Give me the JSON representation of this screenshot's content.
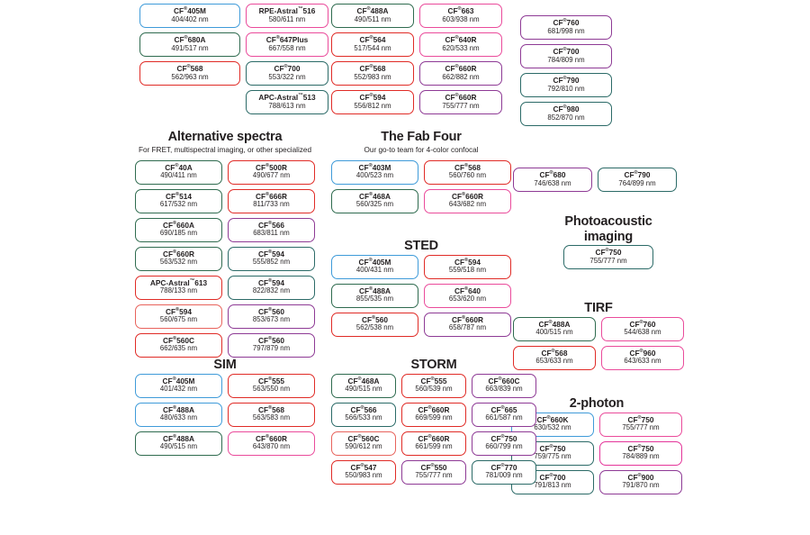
{
  "colors": {
    "blue": "#3f9bd9",
    "green": "#2f6b4f",
    "red": "#e02b26",
    "pink": "#ea4b9b",
    "magenta": "#e4359a",
    "purple": "#8e3a95",
    "teal": "#2b6a67",
    "dark_red": "#c0282d",
    "salmon": "#e8635c",
    "plum": "#7b3f98"
  },
  "groups": [
    {
      "id": "top-left",
      "title": "",
      "subtitle": "",
      "columns": [
        {
          "chips": [
            {
              "name": "CF",
              "sup": "®",
              "suffix": "405M",
              "value": "404/402 nm",
              "color": "#3f9bd9"
            },
            {
              "name": "CF",
              "sup": "®",
              "suffix": "680A",
              "value": "491/517 nm",
              "color": "#2f6b4f"
            },
            {
              "name": "CF",
              "sup": "®",
              "suffix": "568",
              "value": "562/963 nm",
              "color": "#e02b26"
            }
          ]
        },
        {
          "chips": [
            {
              "name": "RPE-Astral",
              "sup": "™",
              "suffix": "516",
              "value": "580/611 nm",
              "color": "#ea4b9b"
            },
            {
              "name": "CF",
              "sup": "®",
              "suffix": "647Plus",
              "value": "667/558 nm",
              "color": "#ea4b9b"
            },
            {
              "name": "CF",
              "sup": "®",
              "suffix": "700",
              "value": "553/322 nm",
              "color": "#2b6a67"
            },
            {
              "name": "APC-Astral",
              "sup": "™",
              "suffix": "513",
              "value": "788/613 nm",
              "color": "#2b6a67"
            }
          ]
        }
      ]
    },
    {
      "id": "top-mid",
      "title": "",
      "subtitle": "",
      "columns": [
        {
          "chips": [
            {
              "name": "CF",
              "sup": "®",
              "suffix": "488A",
              "value": "490/511 nm",
              "color": "#2f6b4f"
            },
            {
              "name": "CF",
              "sup": "®",
              "suffix": "564",
              "value": "517/544 nm",
              "color": "#e02b26"
            },
            {
              "name": "CF",
              "sup": "®",
              "suffix": "568",
              "value": "552/983 nm",
              "color": "#e02b26"
            },
            {
              "name": "CF",
              "sup": "®",
              "suffix": "594",
              "value": "556/812 nm",
              "color": "#e02b26"
            }
          ]
        },
        {
          "chips": [
            {
              "name": "CF",
              "sup": "®",
              "suffix": "663",
              "value": "603/938 nm",
              "color": "#ea4b9b"
            },
            {
              "name": "CF",
              "sup": "®",
              "suffix": "640R",
              "value": "620/533 nm",
              "color": "#ea4b9b"
            },
            {
              "name": "CF",
              "sup": "®",
              "suffix": "660R",
              "value": "662/882 nm",
              "color": "#8e3a95"
            },
            {
              "name": "CF",
              "sup": "®",
              "suffix": "660R",
              "value": "755/777 nm",
              "color": "#8e3a95"
            }
          ]
        }
      ]
    },
    {
      "id": "top-right",
      "title": "",
      "subtitle": "",
      "columns": [
        {
          "chips": [
            {
              "name": "CF",
              "sup": "®",
              "suffix": "760",
              "value": "681/998 nm",
              "color": "#8e3a95"
            },
            {
              "name": "CF",
              "sup": "®",
              "suffix": "700",
              "value": "784/809 nm",
              "color": "#8e3a95"
            },
            {
              "name": "CF",
              "sup": "®",
              "suffix": "790",
              "value": "792/810 nm",
              "color": "#2b6a67"
            },
            {
              "name": "CF",
              "sup": "®",
              "suffix": "980",
              "value": "852/870 nm",
              "color": "#2b6a67"
            }
          ]
        }
      ]
    },
    {
      "id": "alternative-spectra",
      "title": "Alternative spectra",
      "subtitle": "For FRET, multispectral imaging, or other specialized",
      "columns": [
        {
          "chips": [
            {
              "name": "CF",
              "sup": "®",
              "suffix": "40A",
              "value": "490/411 nm",
              "color": "#2f6b4f"
            },
            {
              "name": "CF",
              "sup": "®",
              "suffix": "514",
              "value": "617/532 nm",
              "color": "#2f6b4f"
            },
            {
              "name": "CF",
              "sup": "®",
              "suffix": "660A",
              "value": "690/185 nm",
              "color": "#2f6b4f"
            },
            {
              "name": "CF",
              "sup": "®",
              "suffix": "660R",
              "value": "563/532 nm",
              "color": "#2f6b4f"
            },
            {
              "name": "APC-Astral",
              "sup": "™",
              "suffix": "613",
              "value": "788/133 nm",
              "color": "#e02b26"
            },
            {
              "name": "CF",
              "sup": "®",
              "suffix": "594",
              "value": "560/675 nm",
              "color": "#e8635c"
            },
            {
              "name": "CF",
              "sup": "®",
              "suffix": "560C",
              "value": "662/635 nm",
              "color": "#e02b26"
            }
          ]
        },
        {
          "chips": [
            {
              "name": "CF",
              "sup": "®",
              "suffix": "500R",
              "value": "490/677 nm",
              "color": "#e02b26"
            },
            {
              "name": "CF",
              "sup": "®",
              "suffix": "666R",
              "value": "811/733 nm",
              "color": "#e02b26"
            },
            {
              "name": "CF",
              "sup": "®",
              "suffix": "566",
              "value": "683/811 nm",
              "color": "#8e3a95"
            },
            {
              "name": "CF",
              "sup": "®",
              "suffix": "594",
              "value": "555/852 nm",
              "color": "#2b6a67"
            },
            {
              "name": "CF",
              "sup": "®",
              "suffix": "594",
              "value": "822/832 nm",
              "color": "#2b6a67"
            },
            {
              "name": "CF",
              "sup": "®",
              "suffix": "560",
              "value": "853/673 nm",
              "color": "#8e3a95"
            },
            {
              "name": "CF",
              "sup": "®",
              "suffix": "560",
              "value": "797/879 nm",
              "color": "#8e3a95"
            }
          ]
        }
      ]
    },
    {
      "id": "fab-four",
      "title": "The Fab Four",
      "subtitle": "Our go-to team for 4-color confocal",
      "columns": [
        {
          "chips": [
            {
              "name": "CF",
              "sup": "®",
              "suffix": "403M",
              "value": "400/523 nm",
              "color": "#3f9bd9"
            },
            {
              "name": "CF",
              "sup": "®",
              "suffix": "468A",
              "value": "560/325 nm",
              "color": "#2f6b4f"
            }
          ]
        },
        {
          "chips": [
            {
              "name": "CF",
              "sup": "®",
              "suffix": "568",
              "value": "560/760 nm",
              "color": "#e02b26"
            },
            {
              "name": "CF",
              "sup": "®",
              "suffix": "660R",
              "value": "643/682 nm",
              "color": "#ea4b9b"
            }
          ]
        }
      ]
    },
    {
      "id": "sted",
      "title": "STED",
      "subtitle": "",
      "columns": [
        {
          "chips": [
            {
              "name": "CF",
              "sup": "®",
              "suffix": "405M",
              "value": "400/431 nm",
              "color": "#3f9bd9"
            },
            {
              "name": "CF",
              "sup": "®",
              "suffix": "488A",
              "value": "855/535 nm",
              "color": "#2f6b4f"
            },
            {
              "name": "CF",
              "sup": "®",
              "suffix": "560",
              "value": "562/538 nm",
              "color": "#e02b26"
            }
          ]
        },
        {
          "chips": [
            {
              "name": "CF",
              "sup": "®",
              "suffix": "594",
              "value": "559/518 nm",
              "color": "#e02b26"
            },
            {
              "name": "CF",
              "sup": "®",
              "suffix": "640",
              "value": "653/620 nm",
              "color": "#ea4b9b"
            },
            {
              "name": "CF",
              "sup": "®",
              "suffix": "660R",
              "value": "658/787 nm",
              "color": "#8e3a95"
            }
          ]
        }
      ]
    },
    {
      "id": "right-pair",
      "title": "",
      "subtitle": "",
      "columns": [
        {
          "chips": [
            {
              "name": "CF",
              "sup": "®",
              "suffix": "680",
              "value": "746/638 nm",
              "color": "#8e3a95"
            }
          ]
        },
        {
          "chips": [
            {
              "name": "CF",
              "sup": "®",
              "suffix": "790",
              "value": "764/899 nm",
              "color": "#2b6a67"
            }
          ]
        }
      ]
    },
    {
      "id": "photoacoustic",
      "title": "Photoacoustic imaging",
      "subtitle": "",
      "columns": [
        {
          "chips": [
            {
              "name": "CF",
              "sup": "®",
              "suffix": "750",
              "value": "755/777 nm",
              "color": "#2b6a67"
            }
          ]
        }
      ]
    },
    {
      "id": "tirf",
      "title": "TIRF",
      "subtitle": "",
      "columns": [
        {
          "chips": [
            {
              "name": "CF",
              "sup": "®",
              "suffix": "488A",
              "value": "400/515 nm",
              "color": "#2f6b4f"
            },
            {
              "name": "CF",
              "sup": "®",
              "suffix": "568",
              "value": "653/633 nm",
              "color": "#e02b26"
            }
          ]
        },
        {
          "chips": [
            {
              "name": "CF",
              "sup": "®",
              "suffix": "760",
              "value": "544/638 nm",
              "color": "#ea4b9b"
            },
            {
              "name": "CF",
              "sup": "®",
              "suffix": "960",
              "value": "643/633 nm",
              "color": "#ea4b9b"
            }
          ]
        }
      ]
    },
    {
      "id": "two-photon",
      "title": "2-photon",
      "subtitle": "",
      "columns": [
        {
          "chips": [
            {
              "name": "CF",
              "sup": "®",
              "suffix": "660K",
              "value": "630/532 nm",
              "color": "#3f9bd9"
            },
            {
              "name": "CF",
              "sup": "®",
              "suffix": "750",
              "value": "759/775 nm",
              "color": "#2b6a67"
            },
            {
              "name": "CF",
              "sup": "®",
              "suffix": "700",
              "value": "791/813 nm",
              "color": "#2b6a67"
            }
          ]
        },
        {
          "chips": [
            {
              "name": "CF",
              "sup": "®",
              "suffix": "750",
              "value": "755/777 nm",
              "color": "#ea4b9b"
            },
            {
              "name": "CF",
              "sup": "®",
              "suffix": "750",
              "value": "784/889 nm",
              "color": "#e4359a"
            },
            {
              "name": "CF",
              "sup": "®",
              "suffix": "900",
              "value": "791/870 nm",
              "color": "#8e3a95"
            }
          ]
        }
      ]
    },
    {
      "id": "sim",
      "title": "SIM",
      "subtitle": "",
      "columns": [
        {
          "chips": [
            {
              "name": "CF",
              "sup": "®",
              "suffix": "405M",
              "value": "401/432 nm",
              "color": "#3f9bd9"
            },
            {
              "name": "CF",
              "sup": "®",
              "suffix": "488A",
              "value": "480/633 nm",
              "color": "#3f9bd9"
            },
            {
              "name": "CF",
              "sup": "®",
              "suffix": "488A",
              "value": "490/515 nm",
              "color": "#2f6b4f"
            }
          ]
        },
        {
          "chips": [
            {
              "name": "CF",
              "sup": "®",
              "suffix": "555",
              "value": "563/550 nm",
              "color": "#e02b26"
            },
            {
              "name": "CF",
              "sup": "®",
              "suffix": "568",
              "value": "563/583 nm",
              "color": "#e02b26"
            },
            {
              "name": "CF",
              "sup": "®",
              "suffix": "660R",
              "value": "643/870 nm",
              "color": "#ea4b9b"
            }
          ]
        }
      ]
    },
    {
      "id": "storm",
      "title": "STORM",
      "subtitle": "",
      "columns": [
        {
          "chips": [
            {
              "name": "CF",
              "sup": "®",
              "suffix": "468A",
              "value": "490/515 nm",
              "color": "#2f6b4f"
            },
            {
              "name": "CF",
              "sup": "®",
              "suffix": "566",
              "value": "566/533 nm",
              "color": "#2b6a67"
            },
            {
              "name": "CF",
              "sup": "®",
              "suffix": "560C",
              "value": "590/612 nm",
              "color": "#e8635c"
            },
            {
              "name": "CF",
              "sup": "®",
              "suffix": "547",
              "value": "550/983 nm",
              "color": "#e02b26"
            }
          ]
        },
        {
          "chips": [
            {
              "name": "CF",
              "sup": "®",
              "suffix": "555",
              "value": "560/539 nm",
              "color": "#e02b26"
            },
            {
              "name": "CF",
              "sup": "®",
              "suffix": "660R",
              "value": "669/599 nm",
              "color": "#e02b26"
            },
            {
              "name": "CF",
              "sup": "®",
              "suffix": "660R",
              "value": "661/599 nm",
              "color": "#e02b26"
            },
            {
              "name": "CF",
              "sup": "®",
              "suffix": "550",
              "value": "755/777 nm",
              "color": "#8e3a95"
            }
          ]
        },
        {
          "chips": [
            {
              "name": "CF",
              "sup": "®",
              "suffix": "660C",
              "value": "663/839 nm",
              "color": "#8e3a95"
            },
            {
              "name": "CF",
              "sup": "®",
              "suffix": "665",
              "value": "661/587 nm",
              "color": "#8e3a95"
            },
            {
              "name": "CF",
              "sup": "®",
              "suffix": "750",
              "value": "660/799 nm",
              "color": "#8e3a95"
            },
            {
              "name": "CF",
              "sup": "®",
              "suffix": "770",
              "value": "781/009 nm",
              "color": "#2b6a67"
            }
          ]
        }
      ]
    }
  ]
}
